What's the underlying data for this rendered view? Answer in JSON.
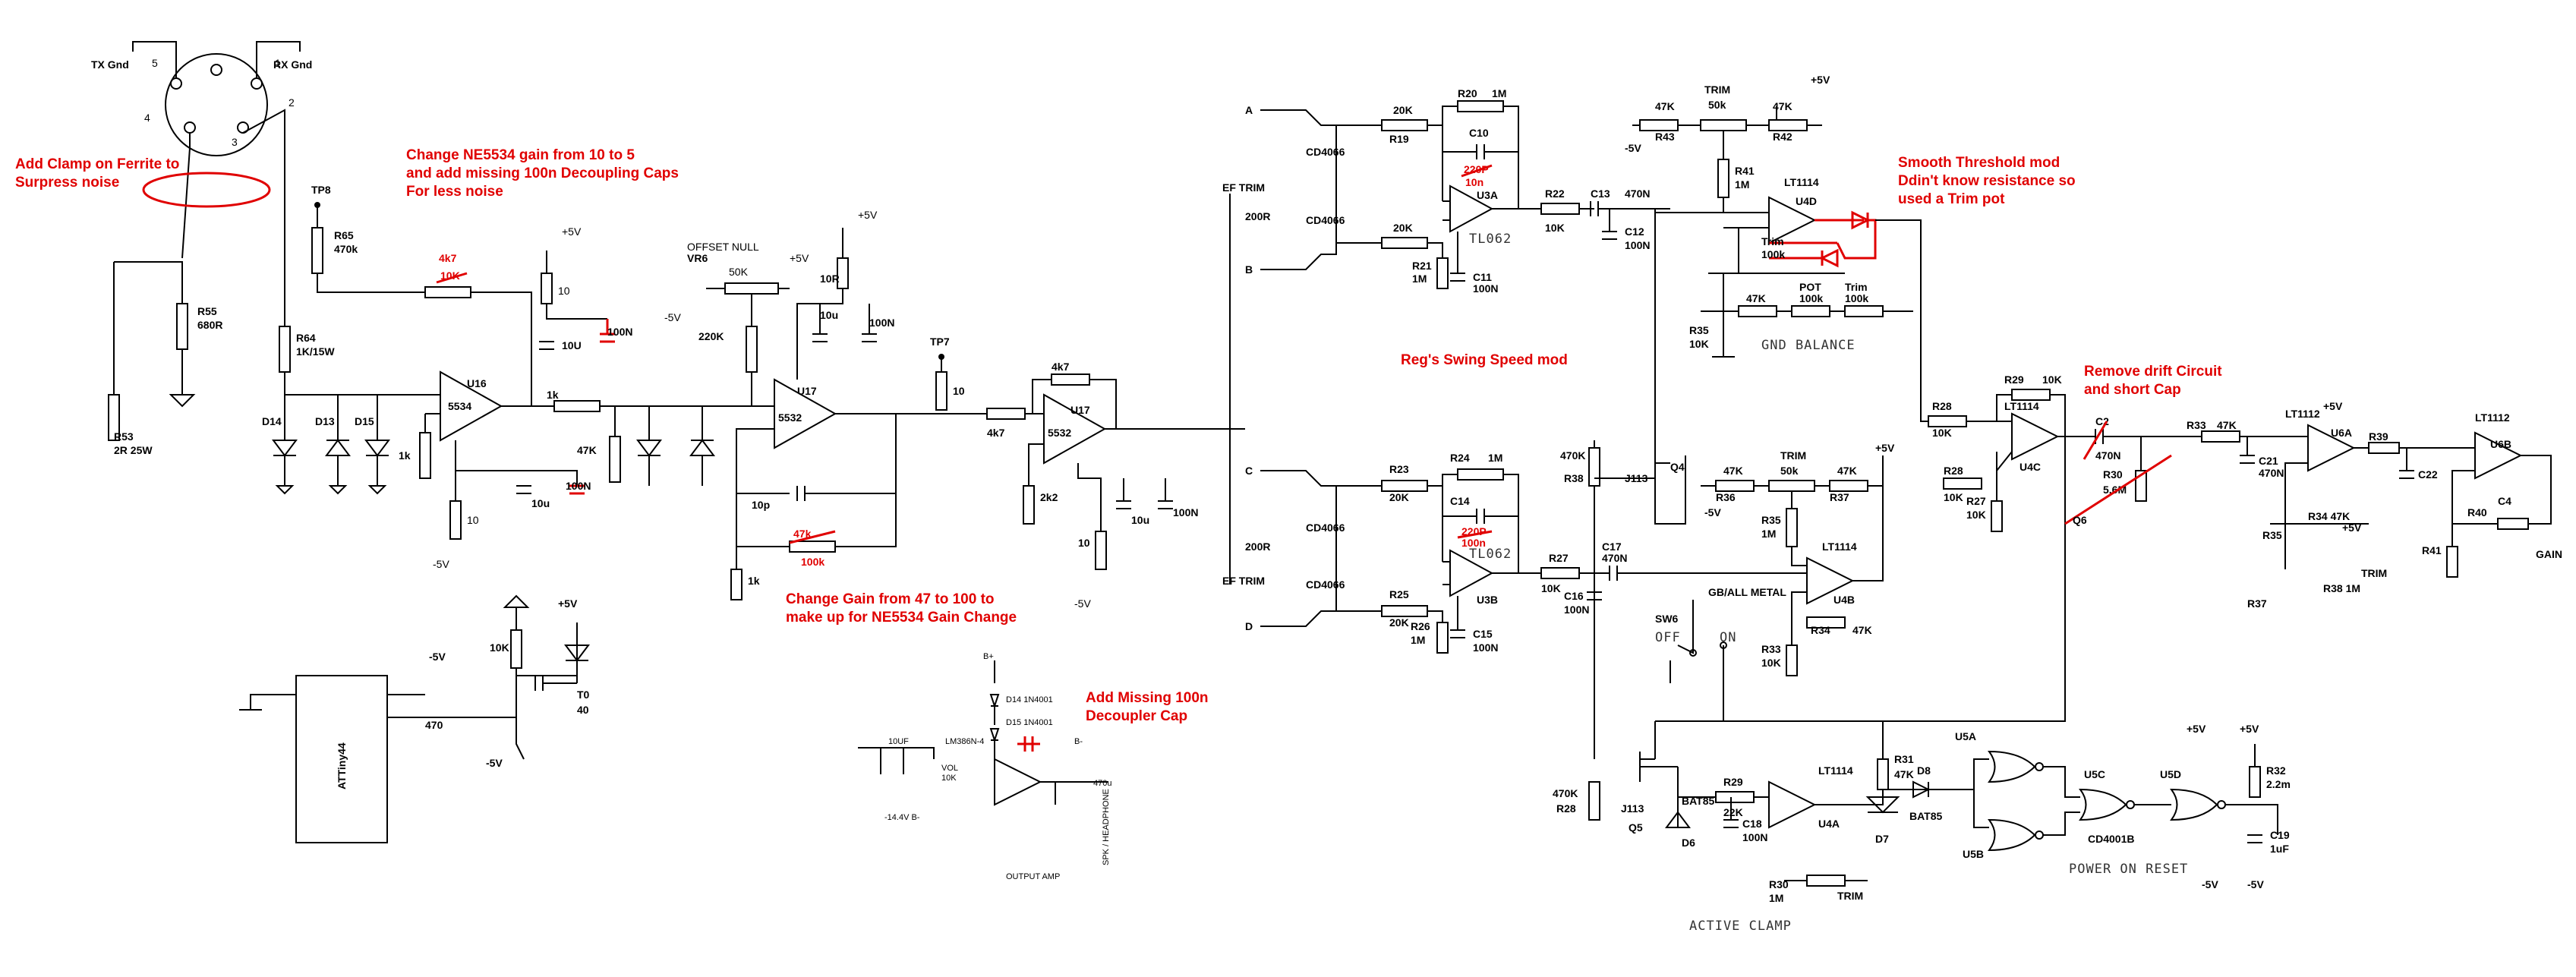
{
  "connector": {
    "pins": [
      "5",
      "4",
      "3",
      "2",
      "1"
    ],
    "tx_label": "TX Gnd",
    "rx_label": "RX Gnd",
    "tp": "TP8"
  },
  "notes": {
    "clamp": [
      "Add Clamp on Ferrite to",
      "Surpress noise"
    ],
    "ne5534": [
      "Change NE5534 gain from 10 to 5",
      "and add missing 100n Decoupling Caps",
      "For less noise"
    ],
    "gain": [
      "Change Gain from 47 to 100 to",
      "make up for NE5534 Gain Change"
    ],
    "decoupler": [
      "Add Missing 100n",
      "Decoupler Cap"
    ],
    "swing": "Reg's Swing Speed mod",
    "threshold": [
      "Smooth Threshold mod",
      "Ddin't know resistance so",
      "used a Trim pot"
    ],
    "drift": [
      "Remove drift Circuit",
      "and short Cap"
    ]
  },
  "labels": {
    "r65": "R65",
    "r65v": "470k",
    "r55": "R55",
    "r55v": "680R",
    "r64": "R64",
    "r64v": "1K/15W",
    "r53": "R53",
    "r53v": "2R 25W",
    "d14": "D14",
    "d13": "D13",
    "d15": "D15",
    "u16": "U16",
    "u16p": "5534",
    "r4k7": "4k7",
    "r10k": "10K",
    "v5": "+5V",
    "vm5": "-5V",
    "r10": "10",
    "c10u": "10U",
    "c100n": "100N",
    "r1k": "1k",
    "r47k": "47K",
    "vr6": "VR6",
    "offset": "OFFSET NULL",
    "r50k": "50K",
    "r220k": "220K",
    "r10r": "10R",
    "c10uL": "10u",
    "c100nL": "100N",
    "tp7": "TP7",
    "u17": "U17",
    "p5532": "5532",
    "c10p": "10p",
    "r47k_old": "47k",
    "r100k": "100k",
    "r2k2": "2k2",
    "u17b": "U17",
    "r4k7b": "4k7",
    "r4k7c": "4k7",
    "attiny": "ATTiny44",
    "r470": "470",
    "t0": "T0",
    "t0v": "40",
    "ef_trim": "EF TRIM",
    "r200": "200R",
    "sw_a": "A",
    "sw_b": "B",
    "sw_c": "C",
    "sw_d": "D",
    "cd4066": "CD4066",
    "r19": "R19",
    "r20k": "20K",
    "r20": "R20",
    "r1m": "1M",
    "c10": "C10",
    "c220p_old": "220P",
    "c10n": "10n",
    "u3a": "U3A",
    "tl062": "TL062",
    "r21": "R21",
    "c11": "C11",
    "c11v": "100N",
    "r22": "R22",
    "c13": "C13",
    "c13v": "470N",
    "c12": "C12",
    "c12v": "100N",
    "r43": "R43",
    "trim": "TRIM",
    "trim_v": "50k",
    "r42": "R42",
    "r41": "R41",
    "u4d": "U4D",
    "lt1114": "LT1114",
    "trim100k": "Trim",
    "trim100k_v": "100k",
    "pot": "POT",
    "r35": "R35",
    "gnd_balance": "GND BALANCE",
    "r24": "R24",
    "c14": "C14",
    "c220p_old2": "220P",
    "c100n_new": "100n",
    "u3b": "U3B",
    "tl062b": "TL062",
    "r23": "R23",
    "r25": "R25",
    "r26": "R26",
    "c15": "C15",
    "r27": "R27",
    "r10k27": "10K",
    "c17": "C17",
    "c16": "C16",
    "r470k": "470K",
    "r38": "R38",
    "j113": "J113",
    "q4": "Q4",
    "r36": "R36",
    "r37": "R37",
    "r33": "R33",
    "u4b": "U4B",
    "r34": "R34",
    "sw6": "SW6",
    "gb_metal": "GB/ALL METAL",
    "off": "OFF",
    "on": "ON",
    "r28": "R28",
    "r29": "R29",
    "u4c": "U4C",
    "c2": "C2",
    "c2v": "470N",
    "r30": "R30",
    "r30v": "5.6M",
    "q6": "Q6",
    "r33b": "R33",
    "c21": "C21",
    "u6a": "U6A",
    "lt1112": "LT1112",
    "r39": "R39",
    "c22": "C22",
    "u6b": "U6B",
    "r40": "R40",
    "r41b": "R41",
    "c4": "C4",
    "gain_lbl": "GAIN",
    "r34b": "R34 47K",
    "r35b": "R35",
    "r38b": "R38 1M",
    "r37b": "R37",
    "q5": "Q5",
    "bat85": "BAT85",
    "d6": "D6",
    "r29b": "R29",
    "r22k": "22K",
    "c18": "C18",
    "u4a": "U4A",
    "d7": "D7",
    "r31": "R31",
    "d8": "D8",
    "u5a": "U5A",
    "u5b": "U5B",
    "u5c": "U5C",
    "u5d": "U5D",
    "cd4001": "CD4001B",
    "r32": "R32",
    "r32v": "2.2m",
    "c19": "C19",
    "c19v": "1uF",
    "power_on_reset": "POWER ON RESET",
    "active_clamp": "ACTIVE CLAMP",
    "r30b": "R30",
    "output_amp": "OUTPUT AMP",
    "spk": "SPK / HEADPHONE",
    "lm386": "LM386N-4",
    "d14b": "D14 1N4001",
    "d15b": "D15 1N4001",
    "bplus": "B+",
    "bminus": "B-",
    "vol": "VOL",
    "vol_v": "10K",
    "c10uf": "10UF",
    "minus14": "-14.4V B-",
    "c470u": "470u"
  }
}
